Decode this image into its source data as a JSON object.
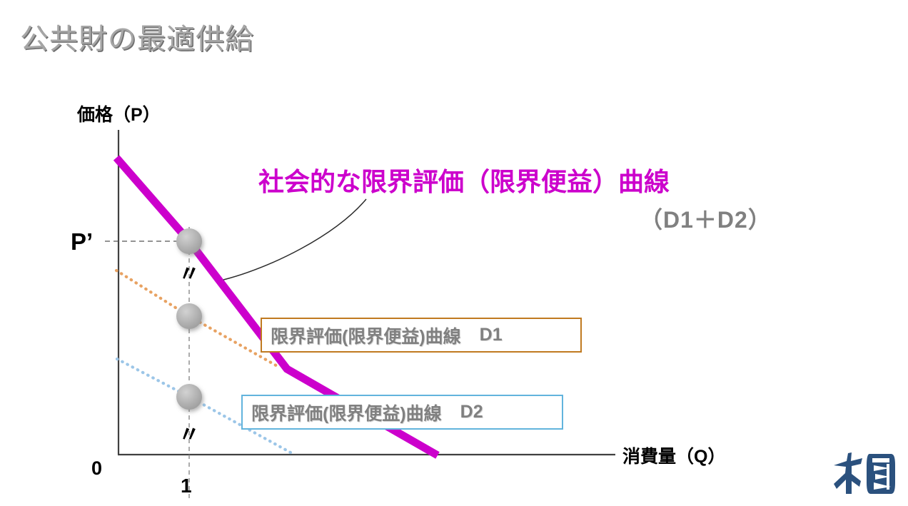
{
  "slide": {
    "title": "公共財の最適供給",
    "background": "#ffffff"
  },
  "axes": {
    "y_title": "価格（P）",
    "x_title": "消費量（Q）",
    "origin_label": "0",
    "x_tick_label": "1",
    "price_label": "P’",
    "ditto_upper": "〃",
    "ditto_lower": "〃",
    "axis_color": "#404040"
  },
  "annotations": {
    "social_curve_label": "社会的な限界評価（限界便益）曲線",
    "social_curve_label_color": "#cc00cc",
    "sum_label": "（D1＋D2）",
    "sum_label_color": "#808080"
  },
  "legend_boxes": [
    {
      "text": "限界評価(限界便益)曲線",
      "series": "D1",
      "border_color": "#c07a20",
      "text_color": "#808080"
    },
    {
      "text": "限界評価(限界便益)曲線",
      "series": "D2",
      "border_color": "#62b4dd",
      "text_color": "#808080"
    }
  ],
  "logo": {
    "name": "university-logo",
    "color": "#2b517e"
  },
  "chart_data": {
    "type": "line",
    "title": "公共財の最適供給",
    "xlabel": "消費量（Q）",
    "ylabel": "価格（P）",
    "grid": false,
    "legend_position": "inline-boxes",
    "xlim": [
      0,
      6
    ],
    "ylim": [
      0,
      10
    ],
    "x_ticks": [
      {
        "value": 0,
        "label": "0"
      },
      {
        "value": 1,
        "label": "1"
      }
    ],
    "y_ticks": [
      {
        "value": 7.35,
        "label": "P’"
      }
    ],
    "series": [
      {
        "name": "社会的な限界評価（限界便益）曲線（D1＋D2）",
        "style": "solid-thick",
        "color": "#cc00cc",
        "points": [
          {
            "x": 0.0,
            "y": 10.0
          },
          {
            "x": 1.0,
            "y": 7.35
          },
          {
            "x": 2.35,
            "y": 3.6
          },
          {
            "x": 4.05,
            "y": 0.0
          }
        ]
      },
      {
        "name": "限界評価(限界便益)曲線　D1",
        "style": "dotted",
        "color": "#e8a262",
        "points": [
          {
            "x": 0.0,
            "y": 6.2
          },
          {
            "x": 1.0,
            "y": 4.85
          },
          {
            "x": 2.2,
            "y": 3.65
          }
        ]
      },
      {
        "name": "限界評価(限界便益)曲線　D2",
        "style": "dotted",
        "color": "#9cc6e8",
        "points": [
          {
            "x": 0.0,
            "y": 3.2
          },
          {
            "x": 1.0,
            "y": 2.15
          },
          {
            "x": 2.35,
            "y": 0.05
          }
        ]
      }
    ],
    "markers": [
      {
        "label": "social-point",
        "x": 1.0,
        "y": 7.35,
        "color": "#a6a6a6"
      },
      {
        "label": "d1-point",
        "x": 1.0,
        "y": 4.85,
        "color": "#a6a6a6"
      },
      {
        "label": "d2-point",
        "x": 1.0,
        "y": 2.15,
        "color": "#a6a6a6"
      }
    ],
    "guides": [
      {
        "type": "horizontal-dashed",
        "y": 7.35,
        "from_x": 0,
        "to_x": 1.0
      },
      {
        "type": "vertical-dashed",
        "x": 1.0,
        "from_y": 0,
        "to_y": 7.6
      }
    ]
  }
}
